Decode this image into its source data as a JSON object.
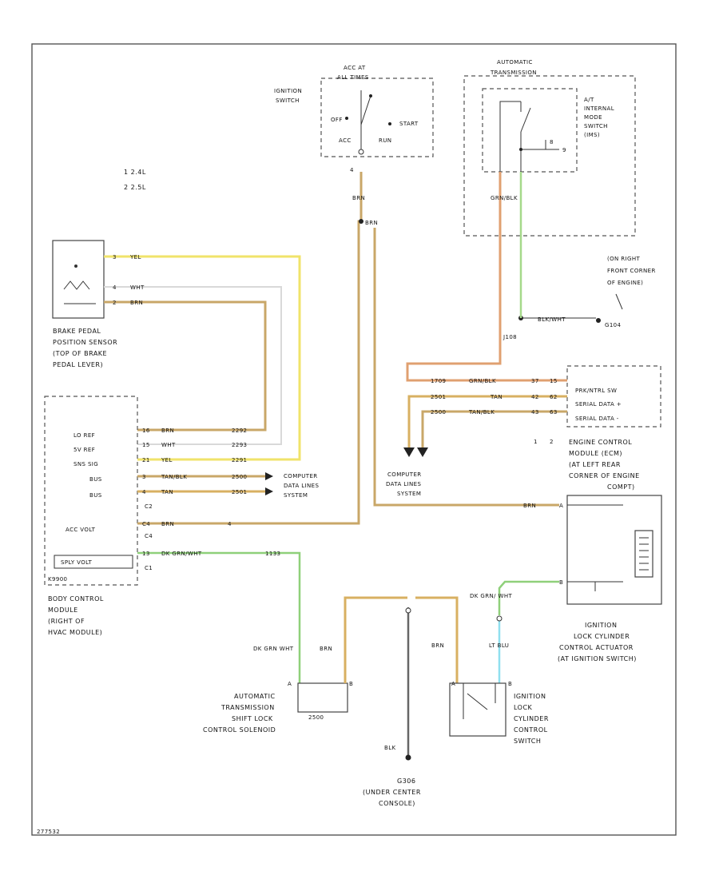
{
  "diagram": {
    "footer_code": "277532",
    "legend": [
      "1  2.4L",
      "2  2.5L"
    ],
    "ignition_switch": {
      "title": [
        "ACC AT",
        "ALL TIMES"
      ],
      "name": [
        "IGNITION",
        "SWITCH"
      ],
      "positions": [
        "OFF",
        "START",
        "ACC",
        "RUN"
      ],
      "pin": "4"
    },
    "auto_trans": {
      "title": [
        "AUTOMATIC",
        "TRANSMISSION"
      ],
      "switch_label": [
        "A/T",
        "INTERNAL",
        "MODE",
        "SWITCH",
        "(IMS)"
      ],
      "pins": [
        "8",
        "9"
      ]
    },
    "ground_g104": {
      "name": "G104",
      "location": [
        "(ON RIGHT",
        "FRONT CORNER",
        "OF ENGINE)"
      ]
    },
    "junction_j108": "J108",
    "brake_sensor": {
      "label": [
        "BRAKE PEDAL",
        "POSITION SENSOR",
        "(TOP OF BRAKE",
        "PEDAL LEVER)"
      ],
      "wires": [
        {
          "pin": "3",
          "color": "YEL"
        },
        {
          "pin": "4",
          "color": "WHT"
        },
        {
          "pin": "2",
          "color": "BRN"
        }
      ]
    },
    "bcm": {
      "label": [
        "BODY CONTROL",
        "MODULE",
        "(RIGHT OF",
        "HVAC MODULE)"
      ],
      "pins_in": [
        "LO REF",
        "5V REF",
        "SNS SIG",
        "BUS",
        "BUS",
        "ACC VOLT",
        "SPLY VOLT"
      ],
      "ref_code": "K9900",
      "connectors": [
        "C2",
        "C4",
        "C1"
      ],
      "wires": [
        {
          "pin": "16",
          "color": "BRN",
          "circuit": "2292"
        },
        {
          "pin": "15",
          "color": "WHT",
          "circuit": "2293"
        },
        {
          "pin": "21",
          "color": "YEL",
          "circuit": "2291"
        },
        {
          "pin": "3",
          "color": "TAN/BLK",
          "circuit": "2500"
        },
        {
          "pin": "4",
          "color": "TAN",
          "circuit": "2501"
        },
        {
          "pin": "C4",
          "color": "BRN",
          "circuit": "4"
        },
        {
          "pin": "13",
          "color": "DK GRN/WHT",
          "circuit": "1133"
        }
      ]
    },
    "computer_data_1": [
      "COMPUTER",
      "DATA LINES",
      "SYSTEM"
    ],
    "computer_data_2": [
      "COMPUTER",
      "DATA LINES",
      "SYSTEM"
    ],
    "ecm": {
      "label": [
        "ENGINE CONTROL",
        "MODULE (ECM)",
        "(AT LEFT REAR",
        "CORNER OF ENGINE",
        "COMPT)"
      ],
      "pins": [
        "PRK/NTRL SW",
        "SERIAL DATA +",
        "SERIAL DATA -"
      ],
      "wires": [
        {
          "circuit": "1709",
          "color": "GRN/BLK",
          "pin_a": "37",
          "pin_b": "15"
        },
        {
          "circuit": "2501",
          "color": "TAN",
          "pin_a": "42",
          "pin_b": "62"
        },
        {
          "circuit": "2500",
          "color": "TAN/BLK",
          "pin_a": "43",
          "pin_b": "63"
        }
      ],
      "engine_tags": [
        "1",
        "2"
      ]
    },
    "ign_lock_actuator": {
      "label": [
        "IGNITION",
        "LOCK CYLINDER",
        "CONTROL ACTUATOR",
        "(AT IGNITION SWITCH)"
      ],
      "pins": [
        "A",
        "B"
      ]
    },
    "shift_lock": {
      "label": [
        "AUTOMATIC",
        "TRANSMISSION",
        "SHIFT LOCK",
        "CONTROL SOLENOID"
      ],
      "circuit": "2500",
      "pins": [
        "A",
        "B"
      ]
    },
    "ign_lock_switch": {
      "label": [
        "IGNITION",
        "LOCK",
        "CYLINDER",
        "CONTROL",
        "SWITCH"
      ],
      "pins": [
        "A",
        "B"
      ]
    },
    "ground_g306": {
      "name": "G306",
      "location": [
        "(UNDER CENTER",
        "CONSOLE)"
      ]
    },
    "wire_labels": {
      "brn": "BRN",
      "blk": "BLK",
      "blkwht": "BLK/WHT",
      "grnblk": "GRN/BLK",
      "dkgrnwht": "DK GRN/ WHT",
      "ltblu": "LT BLU",
      "dkgrn_wht": "DK GRN WHT"
    }
  }
}
